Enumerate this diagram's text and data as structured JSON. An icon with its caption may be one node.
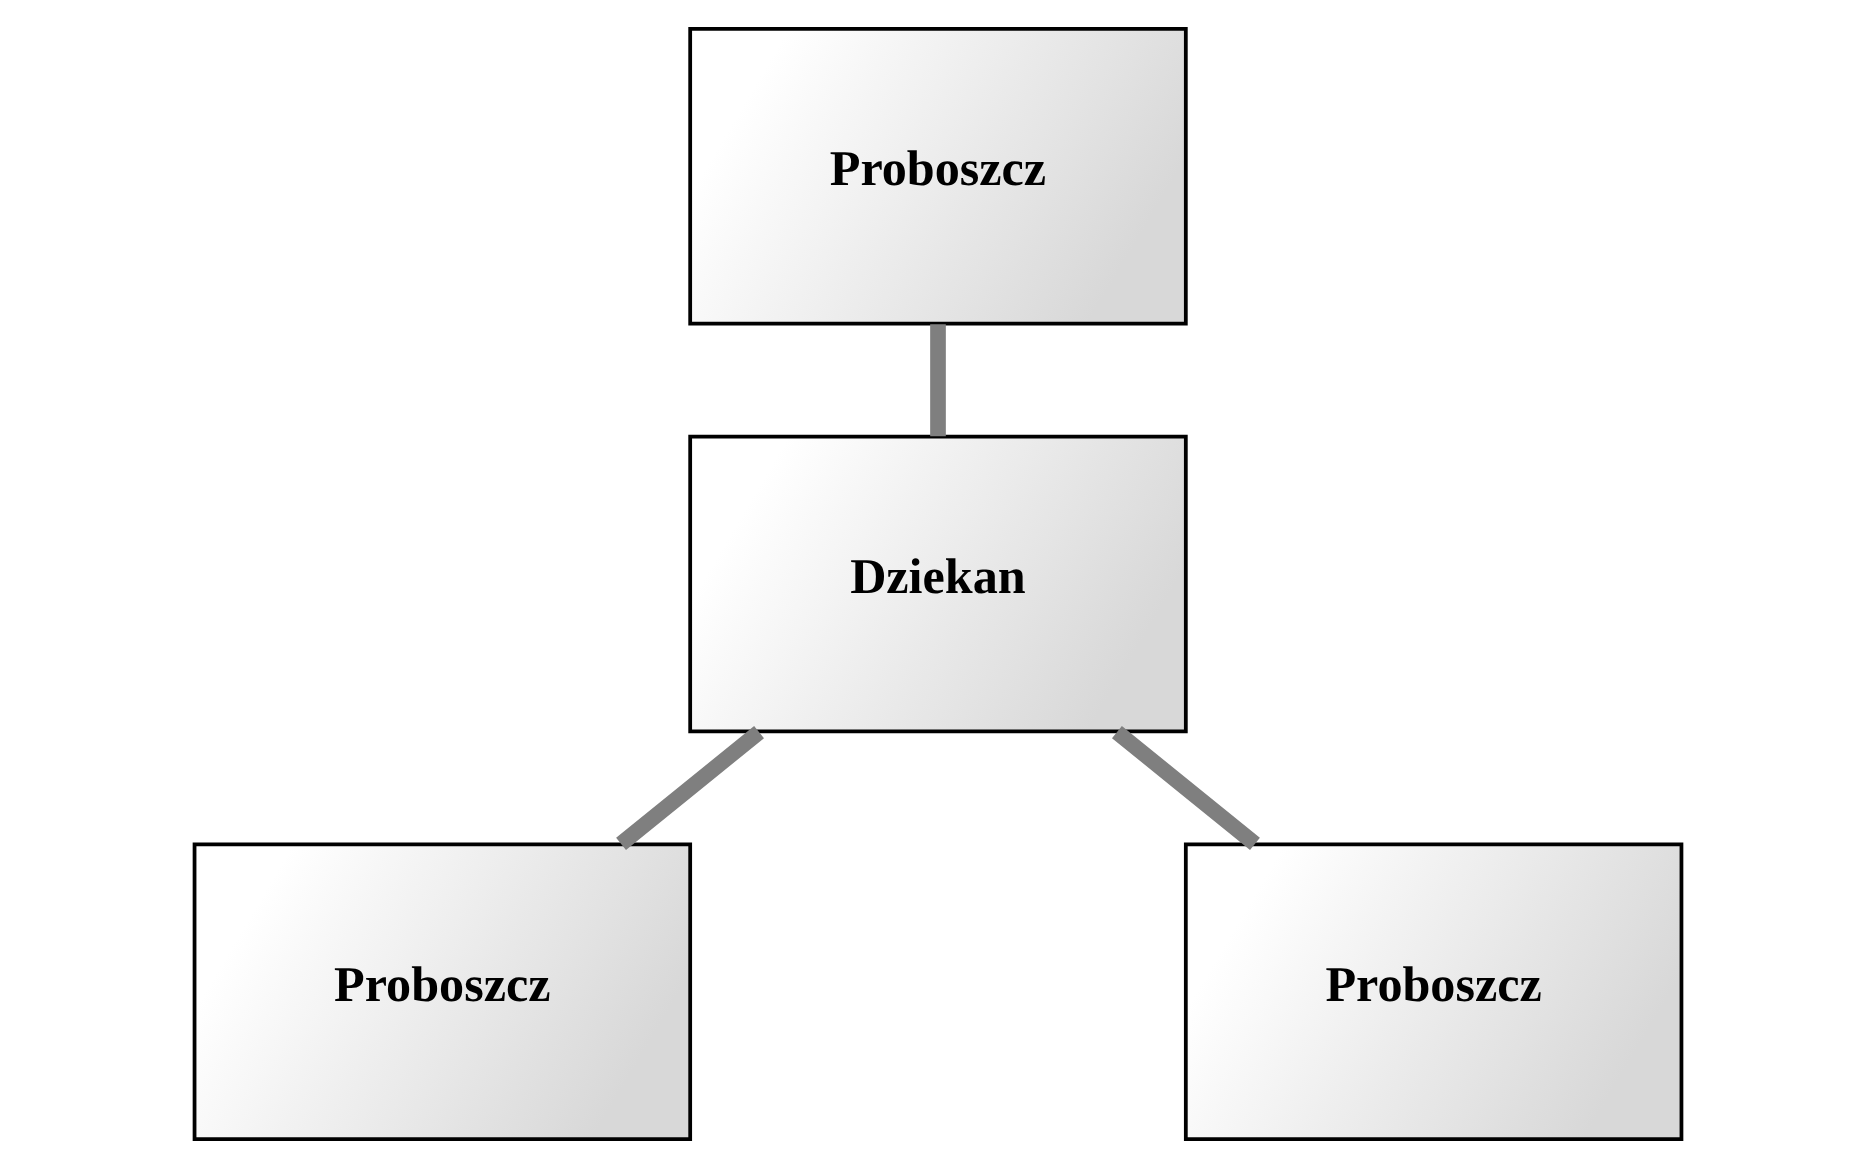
{
  "diagram": {
    "nodes": [
      {
        "text": [
          "Proboszcz"
        ]
      },
      {
        "text": [
          "Dziekan"
        ]
      },
      {
        "text": [
          "Proboszcz"
        ]
      },
      {
        "text": [
          "Proboszcz"
        ]
      }
    ],
    "edges": [
      {
        "from": 0,
        "to": 1,
        "arrow": "none"
      },
      {
        "from": 1,
        "to": 2,
        "arrow": "none"
      },
      {
        "from": 1,
        "to": 3,
        "arrow": "none"
      }
    ]
  }
}
